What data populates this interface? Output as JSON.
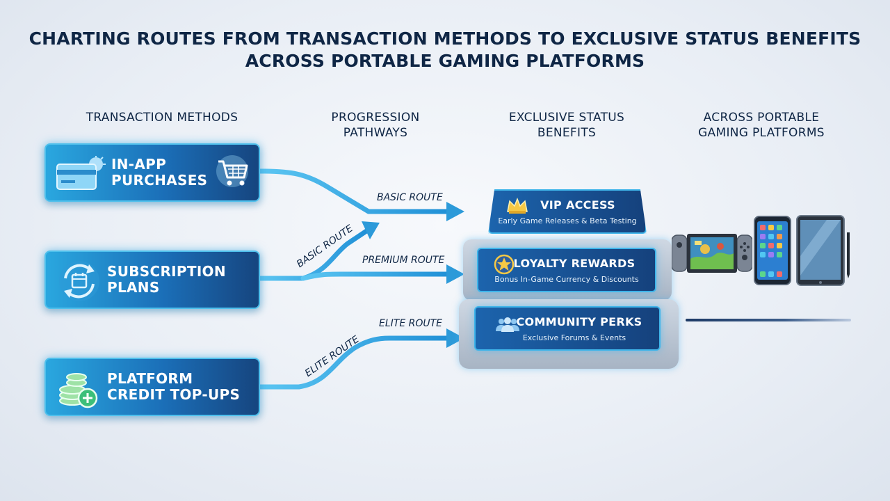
{
  "title": {
    "line1": "CHARTING ROUTES FROM TRANSACTION METHODS TO EXCLUSIVE STATUS BENEFITS",
    "line2": "ACROSS PORTABLE GAMING PLATFORMS"
  },
  "columns": [
    {
      "label": "TRANSACTION METHODS"
    },
    {
      "label": "PROGRESSION\nPATHWAYS"
    },
    {
      "label": "EXCLUSIVE STATUS\nBENEFITS"
    },
    {
      "label": "ACROSS PORTABLE\nGAMING PLATFORMS"
    }
  ],
  "methods": [
    {
      "label": "IN-APP\nPURCHASES",
      "icons": [
        "credit-card-icon",
        "shopping-cart-icon"
      ]
    },
    {
      "label": "SUBSCRIPTION\nPLANS",
      "icons": [
        "calendar-cycle-icon"
      ]
    },
    {
      "label": "PLATFORM\nCREDIT TOP-UPS",
      "icons": [
        "coin-stack-plus-icon"
      ]
    }
  ],
  "routes": [
    {
      "label": "BASIC ROUTE"
    },
    {
      "label": "BASIC ROUTE"
    },
    {
      "label": "PREMIUM ROUTE"
    },
    {
      "label": "ELITE ROUTE"
    },
    {
      "label": "ELITE ROUTE"
    }
  ],
  "tiers": [
    {
      "name": "VIP ACCESS",
      "desc": "Early Game Releases & Beta Testing",
      "icon": "crown-icon"
    },
    {
      "name": "LOYALTY REWARDS",
      "desc": "Bonus In-Game Currency & Discounts",
      "icon": "star-badge-icon"
    },
    {
      "name": "COMMUNITY PERKS",
      "desc": "Exclusive Forums & Events",
      "icon": "people-icon"
    }
  ],
  "devices": [
    "handheld-console-icon",
    "smartphone-icon",
    "tablet-icon"
  ],
  "colors": {
    "navy": "#0f2645",
    "accent_blue": "#3fb5ea",
    "box_dark": "#16457f",
    "box_light": "#2aa7df"
  }
}
